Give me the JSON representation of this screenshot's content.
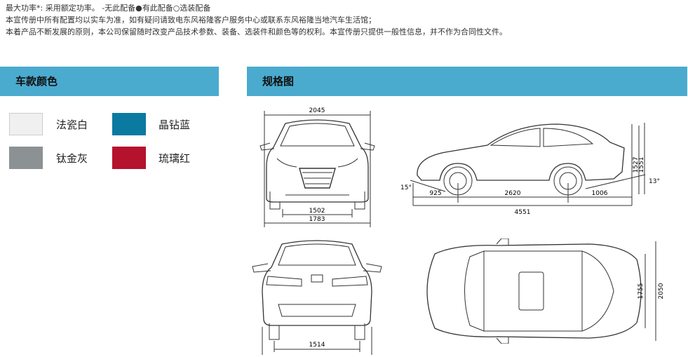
{
  "notes": {
    "line1": "最大功率*: 采用额定功率。 -无此配备●有此配备○选装配备",
    "line2": "本宣传册中所有配置均以实车为准，如有疑问请致电东风裕隆客户服务中心或联系东风裕隆当地汽车生活馆；",
    "line3": "本着产品不断发展的原则，本公司保留随时改变产品技术参数、装备、选装件和颜色等的权利。本宣传册只提供一般性信息，并不作为合同性文件。"
  },
  "sections": {
    "colors_title": "车款颜色",
    "spec_title": "规格图"
  },
  "colors": [
    {
      "name": "法瓷白",
      "hex": "#f0f0f0"
    },
    {
      "name": "晶钻蓝",
      "hex": "#0a7aa0"
    },
    {
      "name": "钛金灰",
      "hex": "#8c9294"
    },
    {
      "name": "琉璃红",
      "hex": "#b5122e"
    }
  ],
  "dimensions": {
    "mirror_width": "2045",
    "front_track": "1502",
    "body_width": "1783",
    "rear_track": "1514",
    "front_overhang": "925",
    "wheelbase": "2620",
    "rear_overhang": "1006",
    "length": "4551",
    "height_1527": "1527",
    "height_1551": "1551",
    "approach_angle": "15°",
    "departure_angle": "13°",
    "top_width": "1755",
    "top_width_mirrors": "2050"
  }
}
